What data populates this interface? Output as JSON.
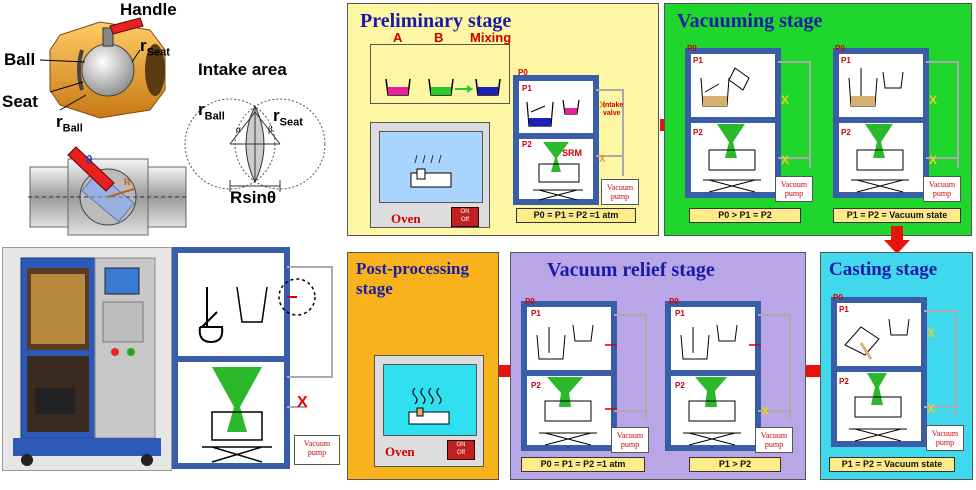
{
  "valve": {
    "handle": "Handle",
    "ball": "Ball",
    "seat": "Seat",
    "r_seat": "r",
    "r_seat_sub": "Seat",
    "r_ball": "r",
    "r_ball_sub": "Ball",
    "theta": "θ",
    "r_label": "R"
  },
  "intake": {
    "title": "Intake area",
    "r_ball": "r",
    "r_ball_sub": "Ball",
    "r_seat": "r",
    "r_seat_sub": "Seat",
    "alpha": "α",
    "beta": "β",
    "rsin": "Rsinθ"
  },
  "schematic": {
    "pump": "Vacuum pump"
  },
  "stages": {
    "preliminary": {
      "title": "Preliminary stage",
      "a": "A",
      "b": "B",
      "mixing": "Mixing",
      "p0": "P0",
      "p1": "P1",
      "p2": "P2",
      "intake_valve": "Intake valve",
      "srm": "SRM",
      "pump": "Vacuum pump",
      "oven": "Oven",
      "switch_on": "ON",
      "switch_off": "Off",
      "equation": "P0 = P1 = P2 =1 atm"
    },
    "vacuuming": {
      "title": "Vacuuming stage",
      "p0": "P0",
      "p1": "P1",
      "p2": "P2",
      "pump": "Vacuum pump",
      "eq_left": "P0 > P1 = P2",
      "eq_right": "P1 = P2 = Vacuum state"
    },
    "casting": {
      "title": "Casting stage",
      "p0": "P0",
      "p1": "P1",
      "p2": "P2",
      "pump": "Vacuum pump",
      "equation": "P1 = P2 = Vacuum state"
    },
    "relief": {
      "title": "Vacuum relief stage",
      "p0": "P0",
      "p1": "P1",
      "p2": "P2",
      "pump": "Vacuum pump",
      "eq_left": "P0 = P1 = P2 =1 atm",
      "eq_right": "P1 > P2"
    },
    "post": {
      "title_line1": "Post-processing",
      "title_line2": "stage",
      "oven": "Oven",
      "switch_on": "ON",
      "switch_off": "Off"
    }
  },
  "colors": {
    "preliminary_bg": "#fdf6a3",
    "vacuuming_bg": "#1fd62c",
    "casting_bg": "#3fd8ec",
    "relief_bg": "#b9a6e6",
    "post_bg": "#f8b31c",
    "chamber_blue": "#3a5da8",
    "resin_green": "#2bb82b",
    "arrow_red": "#e8140c"
  }
}
